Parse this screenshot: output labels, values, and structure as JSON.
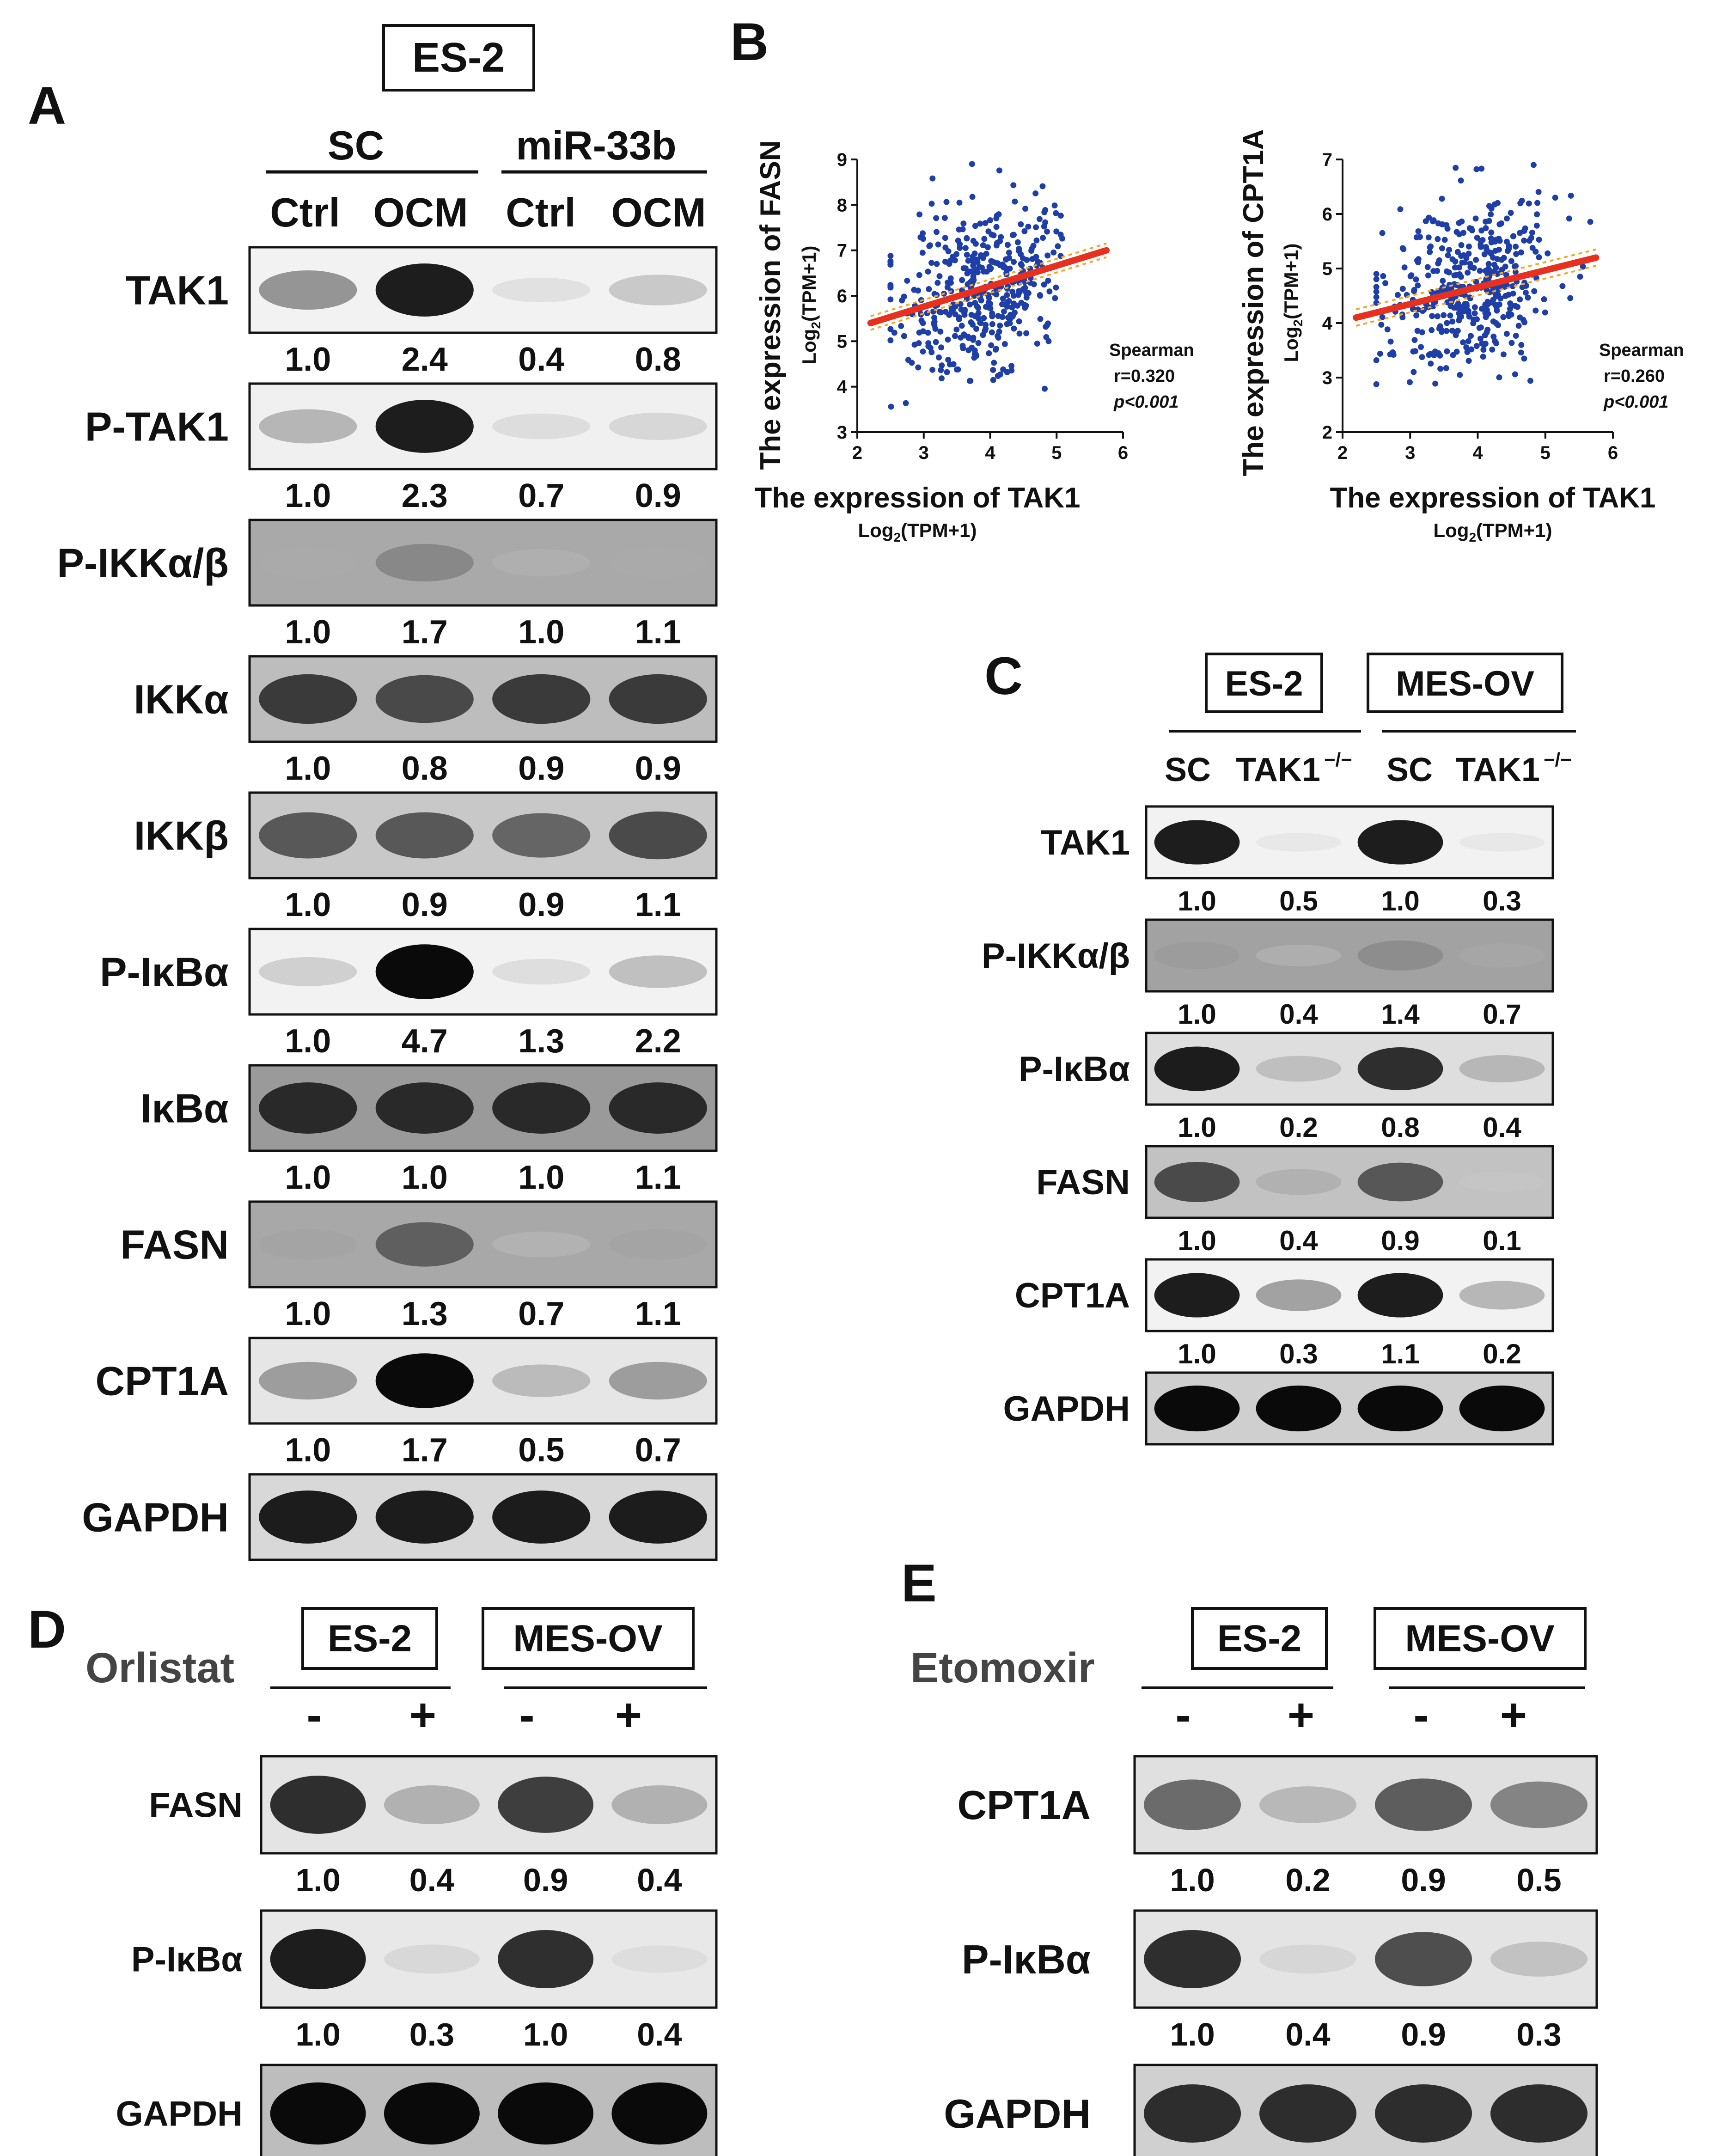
{
  "panelA": {
    "letter": "A",
    "cell_line": "ES-2",
    "groups": [
      "SC",
      "miR-33b"
    ],
    "conditions": [
      "Ctrl",
      "OCM",
      "Ctrl",
      "OCM"
    ],
    "blots": [
      {
        "label": "TAK1",
        "values": [
          "1.0",
          "2.4",
          "0.4",
          "0.8"
        ],
        "intensity": [
          0.55,
          0.95,
          0.12,
          0.3
        ],
        "bg": "#f2f2f2"
      },
      {
        "label": "P-TAK1",
        "values": [
          "1.0",
          "2.3",
          "0.7",
          "0.9"
        ],
        "intensity": [
          0.4,
          0.95,
          0.15,
          0.2
        ],
        "bg": "#f0f0f0"
      },
      {
        "label": "P-IKKα/β",
        "values": [
          "1.0",
          "1.7",
          "1.0",
          "1.1"
        ],
        "intensity": [
          0.25,
          0.5,
          0.2,
          0.25
        ],
        "bg": "#a9a9a9"
      },
      {
        "label": "IKKα",
        "values": [
          "1.0",
          "0.8",
          "0.9",
          "0.9"
        ],
        "intensity": [
          0.85,
          0.8,
          0.85,
          0.85
        ],
        "bg": "#bdbdbd"
      },
      {
        "label": "IKKβ",
        "values": [
          "1.0",
          "0.9",
          "0.9",
          "1.1"
        ],
        "intensity": [
          0.75,
          0.75,
          0.7,
          0.8
        ],
        "bg": "#c8c8c8"
      },
      {
        "label": "P-IκBα",
        "values": [
          "1.0",
          "4.7",
          "1.3",
          "2.2"
        ],
        "intensity": [
          0.25,
          1.0,
          0.15,
          0.35
        ],
        "bg": "#f2f2f2"
      },
      {
        "label": "IκBα",
        "values": [
          "1.0",
          "1.0",
          "1.0",
          "1.1"
        ],
        "intensity": [
          0.9,
          0.9,
          0.9,
          0.9
        ],
        "bg": "#9a9a9a"
      },
      {
        "label": "FASN",
        "values": [
          "1.0",
          "1.3",
          "0.7",
          "1.1"
        ],
        "intensity": [
          0.3,
          0.7,
          0.15,
          0.3
        ],
        "bg": "#a8a8a8"
      },
      {
        "label": "CPT1A",
        "values": [
          "1.0",
          "1.7",
          "0.5",
          "0.7"
        ],
        "intensity": [
          0.5,
          1.0,
          0.35,
          0.5
        ],
        "bg": "#e6e6e6"
      },
      {
        "label": "GAPDH",
        "values": [],
        "intensity": [
          0.95,
          0.95,
          0.95,
          0.95
        ],
        "bg": "#d8d8d8"
      }
    ]
  },
  "panelB": {
    "letter": "B",
    "plots": [
      {
        "ylabel": "The expression of FASN",
        "ylabel_unit": "Log2(TPM+1)",
        "xlabel": "The expression of TAK1",
        "xlabel_unit": "Log2(TPM+1)",
        "stat_title": "Spearman",
        "stat_r": "r=0.320",
        "stat_p": "p<0.001",
        "xticks": [
          "2",
          "3",
          "4",
          "5",
          "6"
        ],
        "yticks": [
          "3",
          "4",
          "5",
          "6",
          "7",
          "8",
          "9"
        ]
      },
      {
        "ylabel": "The expression of CPT1A",
        "ylabel_unit": "Log2(TPM+1)",
        "xlabel": "The expression of TAK1",
        "xlabel_unit": "Log2(TPM+1)",
        "stat_title": "Spearman",
        "stat_r": "r=0.260",
        "stat_p": "p<0.001",
        "xticks": [
          "2",
          "3",
          "4",
          "5",
          "6"
        ],
        "yticks": [
          "2",
          "3",
          "4",
          "5",
          "6",
          "7"
        ]
      }
    ]
  },
  "chart_data": [
    {
      "type": "scatter",
      "xlim": [
        2,
        6
      ],
      "ylim": [
        3,
        9
      ],
      "fit_line": {
        "x": [
          2.2,
          5.75
        ],
        "y": [
          5.4,
          7.0
        ]
      },
      "point_color": "#1f3fa8",
      "line_color": "#e8301e",
      "n_points": 420,
      "x_center": 3.9,
      "x_sd": 0.65,
      "y_intercept": 4.4,
      "y_slope": 0.45,
      "y_noise_sd": 1.0
    },
    {
      "type": "scatter",
      "xlim": [
        2,
        6
      ],
      "ylim": [
        2,
        7
      ],
      "fit_line": {
        "x": [
          2.2,
          5.75
        ],
        "y": [
          4.1,
          5.2
        ]
      },
      "point_color": "#1f3fa8",
      "line_color": "#e8301e",
      "n_points": 420,
      "x_center": 3.9,
      "x_sd": 0.65,
      "y_intercept": 3.45,
      "y_slope": 0.31,
      "y_noise_sd": 0.75
    }
  ],
  "panelC": {
    "letter": "C",
    "cell_lines": [
      "ES-2",
      "MES-OV"
    ],
    "conditions": [
      "SC",
      "TAK1",
      "SC",
      "TAK1"
    ],
    "ko_sup": "−/−",
    "blots": [
      {
        "label": "TAK1",
        "values": [
          "1.0",
          "0.5",
          "1.0",
          "0.3"
        ],
        "intensity": [
          0.95,
          0.05,
          0.95,
          0.05
        ],
        "bg": "#f2f2f2"
      },
      {
        "label": "P-IKKα/β",
        "values": [
          "1.0",
          "0.4",
          "1.4",
          "0.7"
        ],
        "intensity": [
          0.35,
          0.15,
          0.45,
          0.25
        ],
        "bg": "#a2a2a2"
      },
      {
        "label": "P-IκBα",
        "values": [
          "1.0",
          "0.2",
          "0.8",
          "0.4"
        ],
        "intensity": [
          0.95,
          0.3,
          0.9,
          0.35
        ],
        "bg": "#dedede"
      },
      {
        "label": "FASN",
        "values": [
          "1.0",
          "0.4",
          "0.9",
          "0.1"
        ],
        "intensity": [
          0.8,
          0.3,
          0.75,
          0.1
        ],
        "bg": "#c2c2c2"
      },
      {
        "label": "CPT1A",
        "values": [
          "1.0",
          "0.3",
          "1.1",
          "0.2"
        ],
        "intensity": [
          0.95,
          0.5,
          0.95,
          0.4
        ],
        "bg": "#f2f2f2"
      },
      {
        "label": "GAPDH",
        "values": [],
        "intensity": [
          1.0,
          1.0,
          1.0,
          1.0
        ],
        "bg": "#cfcfcf"
      }
    ]
  },
  "panelD": {
    "letter": "D",
    "treatment": "Orlistat",
    "cell_lines": [
      "ES-2",
      "MES-OV"
    ],
    "signs": [
      "-",
      "+",
      "-",
      "+"
    ],
    "blots": [
      {
        "label": "FASN",
        "values": [
          "1.0",
          "0.4",
          "0.9",
          "0.4"
        ],
        "intensity": [
          0.9,
          0.4,
          0.85,
          0.4
        ],
        "bg": "#e4e4e4"
      },
      {
        "label": "P-IκBα",
        "values": [
          "1.0",
          "0.3",
          "1.0",
          "0.4"
        ],
        "intensity": [
          0.95,
          0.15,
          0.9,
          0.1
        ],
        "bg": "#e8e8e8"
      },
      {
        "label": "GAPDH",
        "values": [],
        "intensity": [
          1.0,
          1.0,
          1.0,
          1.0
        ],
        "bg": "#bdbdbd"
      }
    ]
  },
  "panelE": {
    "letter": "E",
    "treatment": "Etomoxir",
    "cell_lines": [
      "ES-2",
      "MES-OV"
    ],
    "signs": [
      "-",
      "+",
      "-",
      "+"
    ],
    "blots": [
      {
        "label": "CPT1A",
        "values": [
          "1.0",
          "0.2",
          "0.9",
          "0.5"
        ],
        "intensity": [
          0.7,
          0.35,
          0.75,
          0.6
        ],
        "bg": "#e0e0e0"
      },
      {
        "label": "P-IκBα",
        "values": [
          "1.0",
          "0.4",
          "0.9",
          "0.3"
        ],
        "intensity": [
          0.9,
          0.15,
          0.8,
          0.3
        ],
        "bg": "#e4e4e4"
      },
      {
        "label": "GAPDH",
        "values": [],
        "intensity": [
          0.9,
          0.9,
          0.9,
          0.9
        ],
        "bg": "#d0d0d0"
      }
    ]
  }
}
